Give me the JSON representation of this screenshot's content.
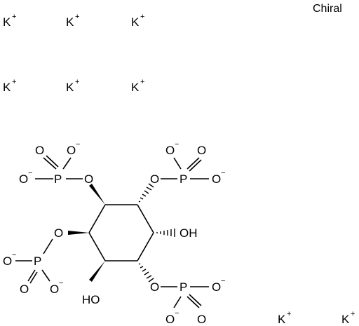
{
  "chiral_label": "Chiral",
  "counterion": {
    "symbol": "K",
    "charge": "+"
  },
  "atoms": {
    "oxygen": "O",
    "phosphorus": "P",
    "hydroxyl": "OH",
    "hydroxyl_bottom": "HO",
    "negative_charge": "−"
  },
  "colors": {
    "ink": "#000000",
    "background": "#ffffff"
  }
}
